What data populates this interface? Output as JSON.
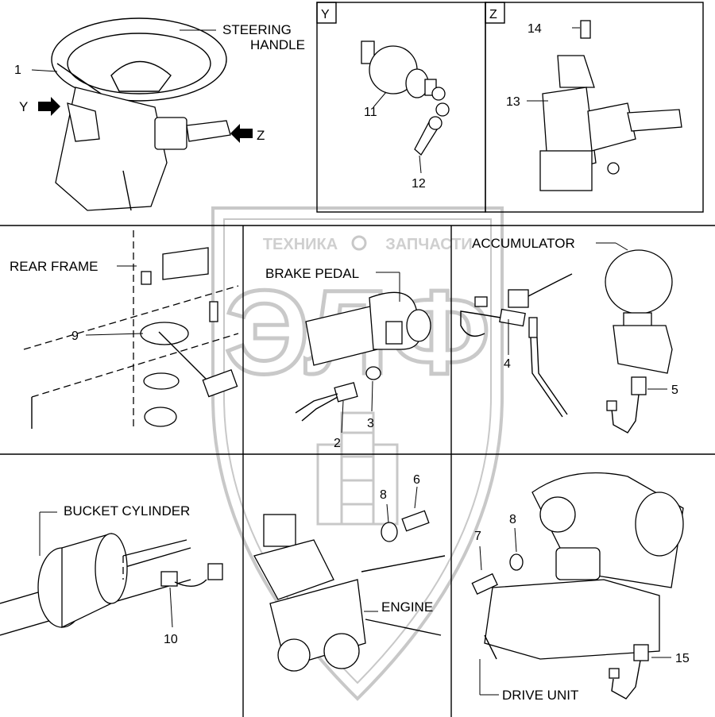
{
  "labels": {
    "steering_handle_line1": "STEERING",
    "steering_handle_line2": "HANDLE",
    "view_y": "Y",
    "view_z": "Z",
    "rear_frame": "REAR FRAME",
    "brake_pedal": "BRAKE PEDAL",
    "accumulator": "ACCUMULATOR",
    "bucket_cylinder": "BUCKET CYLINDER",
    "engine": "ENGINE",
    "drive_unit": "DRIVE UNIT"
  },
  "boxes": {
    "y": "Y",
    "z": "Z"
  },
  "callouts": {
    "p1": "1",
    "p2": "2",
    "p3": "3",
    "p4": "4",
    "p5": "5",
    "p6": "6",
    "p7": "7",
    "p8a": "8",
    "p8b": "8",
    "p9": "9",
    "p10": "10",
    "p11": "11",
    "p12": "12",
    "p13": "13",
    "p14": "14",
    "p15": "15"
  },
  "watermark": {
    "left": "ТЕХНИКА",
    "right": "ЗАПЧАСТИ",
    "logo": "ЭЛФ"
  }
}
